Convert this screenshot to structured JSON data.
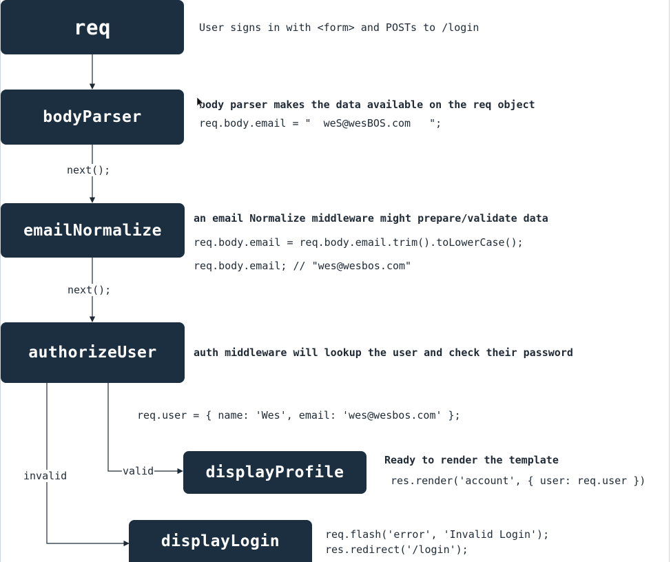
{
  "nodes": {
    "req": "req",
    "bodyParser": "bodyParser",
    "emailNormalize": "emailNormalize",
    "authorizeUser": "authorizeUser",
    "displayProfile": "displayProfile",
    "displayLogin": "displayLogin"
  },
  "edges": {
    "next1": "next();",
    "next2": "next();",
    "valid": "valid",
    "invalid": "invalid"
  },
  "notes": {
    "req_desc": "User signs in with <form> and POSTs to /login",
    "body_title": "body parser makes the data available on the req object",
    "body_code": "req.body.email = \"  weS@wesBOS.com   \";",
    "email_title": "an email Normalize middleware might prepare/validate data",
    "email_code1": "req.body.email = req.body.email.trim().toLowerCase();",
    "email_code2": "req.body.email; // \"wes@wesbos.com\"",
    "auth_title": "auth middleware will lookup the user and check their password",
    "auth_code": "req.user = { name: 'Wes', email: 'wes@wesbos.com' };",
    "profile_title": "Ready to render the template",
    "profile_code": "res.render('account', { user: req.user })",
    "login_code1": "req.flash('error', 'Invalid Login');",
    "login_code2": "res.redirect('/login');"
  },
  "colors": {
    "node_bg": "#1b2f40",
    "node_text": "#ffffff",
    "line": "#1f2a36"
  }
}
